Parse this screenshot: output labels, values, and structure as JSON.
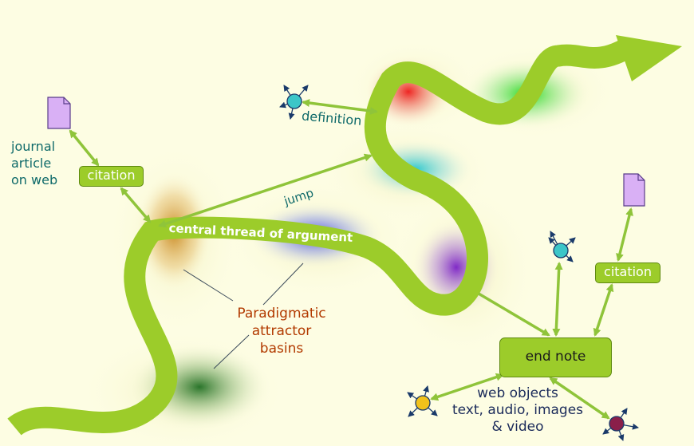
{
  "labels": {
    "journal": [
      "journal",
      "article",
      "on web"
    ],
    "citation_left": "citation",
    "citation_right": "citation",
    "definition": "definition",
    "jump": "jump",
    "central_thread": "central thread of argument",
    "attractor": [
      "Paradigmatic",
      "attractor",
      "basins"
    ],
    "end_note": "end note",
    "web_objects": [
      "web objects",
      "text, audio, images",
      "& video"
    ]
  },
  "colors": {
    "background": "#fdfde3",
    "thread": "#9ccc2a",
    "arrow": "#8fc43a",
    "document": "#d9b0f5",
    "node_teal": "#3cc6c8",
    "node_yellow": "#f2c21b",
    "node_maroon": "#8a1f4a"
  },
  "icons": [
    "document-icon",
    "network-node-icon"
  ]
}
